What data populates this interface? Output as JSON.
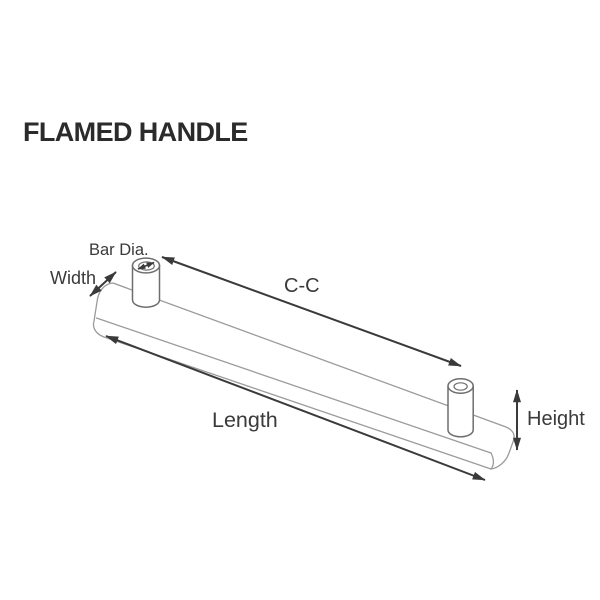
{
  "page": {
    "title": "FLAMED HANDLE"
  },
  "diagram": {
    "subject": "flamed-handle-dimension-drawing",
    "labels": {
      "bar_dia": "Bar Dia.",
      "width": "Width",
      "center_to_center": "C-C",
      "length": "Length",
      "height": "Height"
    },
    "colors": {
      "background": "#ffffff",
      "title_text": "#2b2b2b",
      "label_text": "#3a3a3a",
      "dimension_lines": "#3a3a3a",
      "handle_outline": "#9b9b9b",
      "post_outline": "#6e6e6e"
    }
  }
}
